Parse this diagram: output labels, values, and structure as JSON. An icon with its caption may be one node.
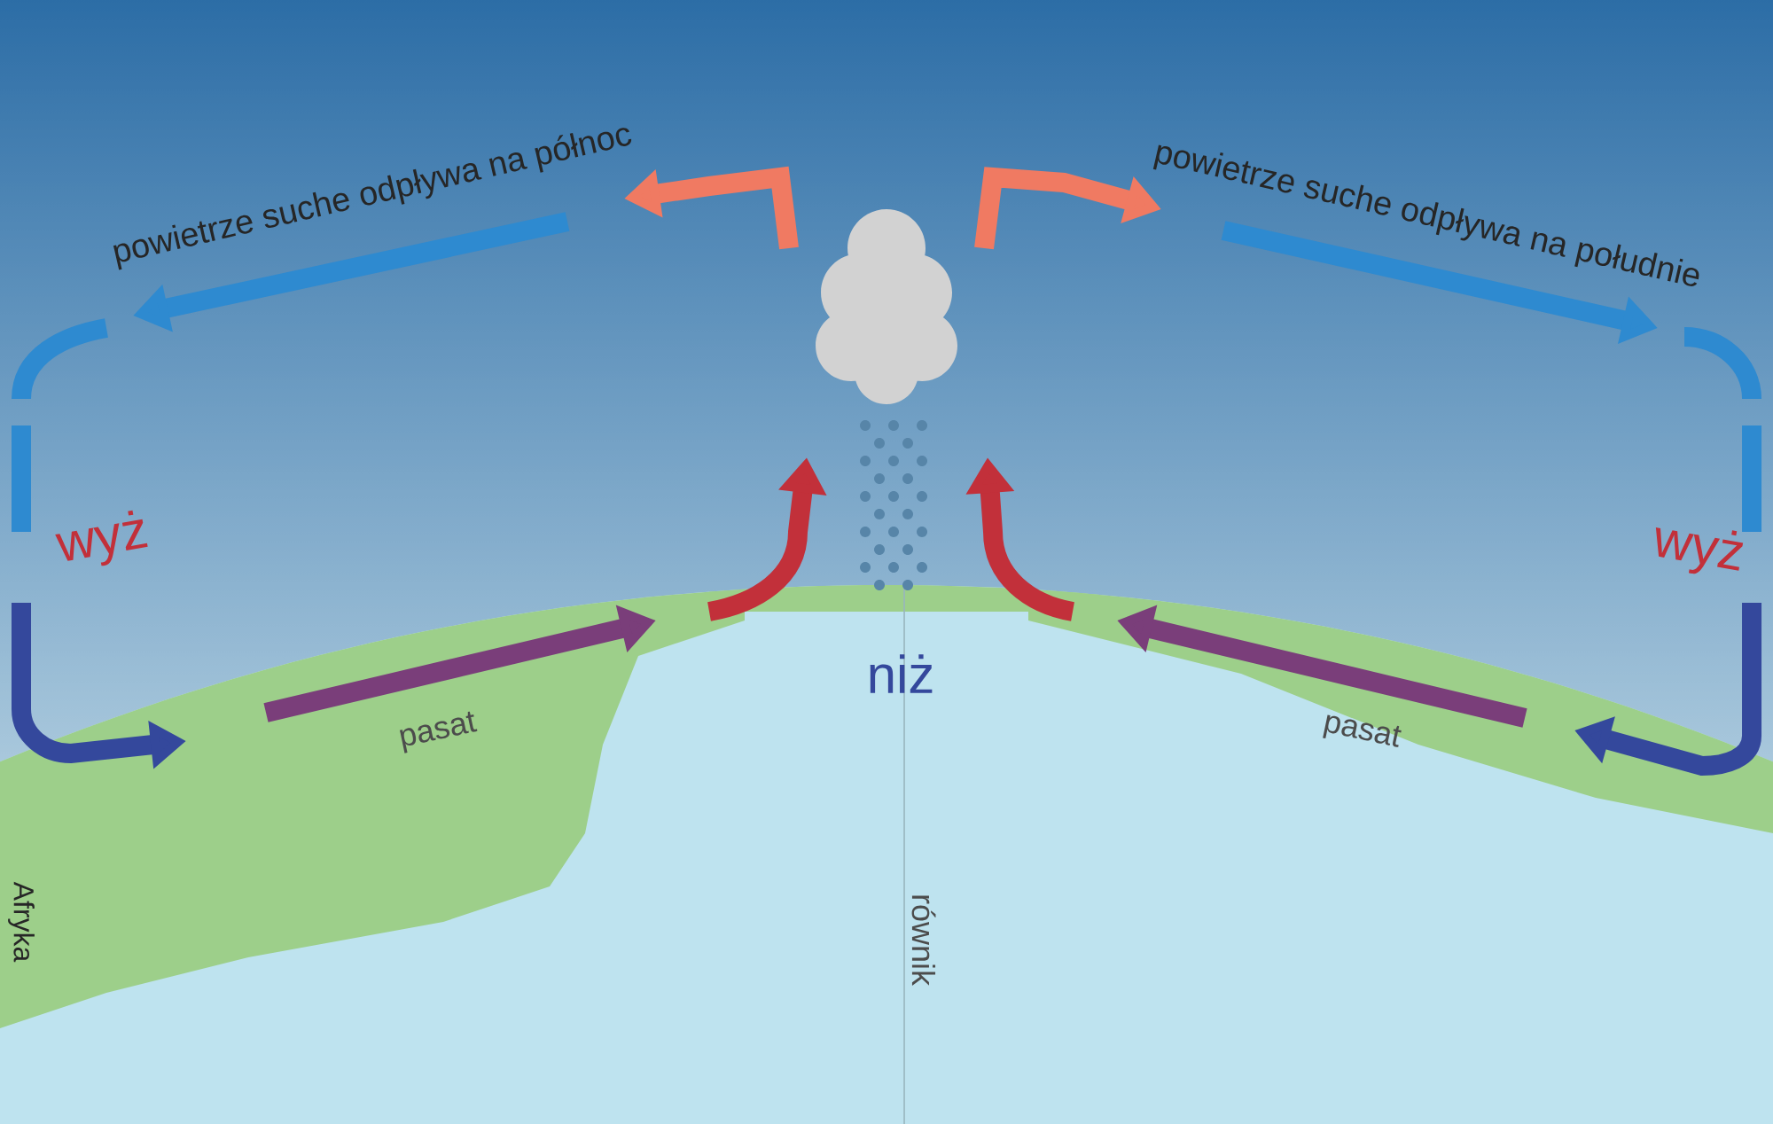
{
  "diagram": {
    "labels": [
      "powietrze suche odpływa na północ",
      "powietrze suche odpływa na południe",
      "wyż",
      "wyż",
      "niż",
      "pasat",
      "pasat",
      "Afryka",
      "równik"
    ]
  }
}
